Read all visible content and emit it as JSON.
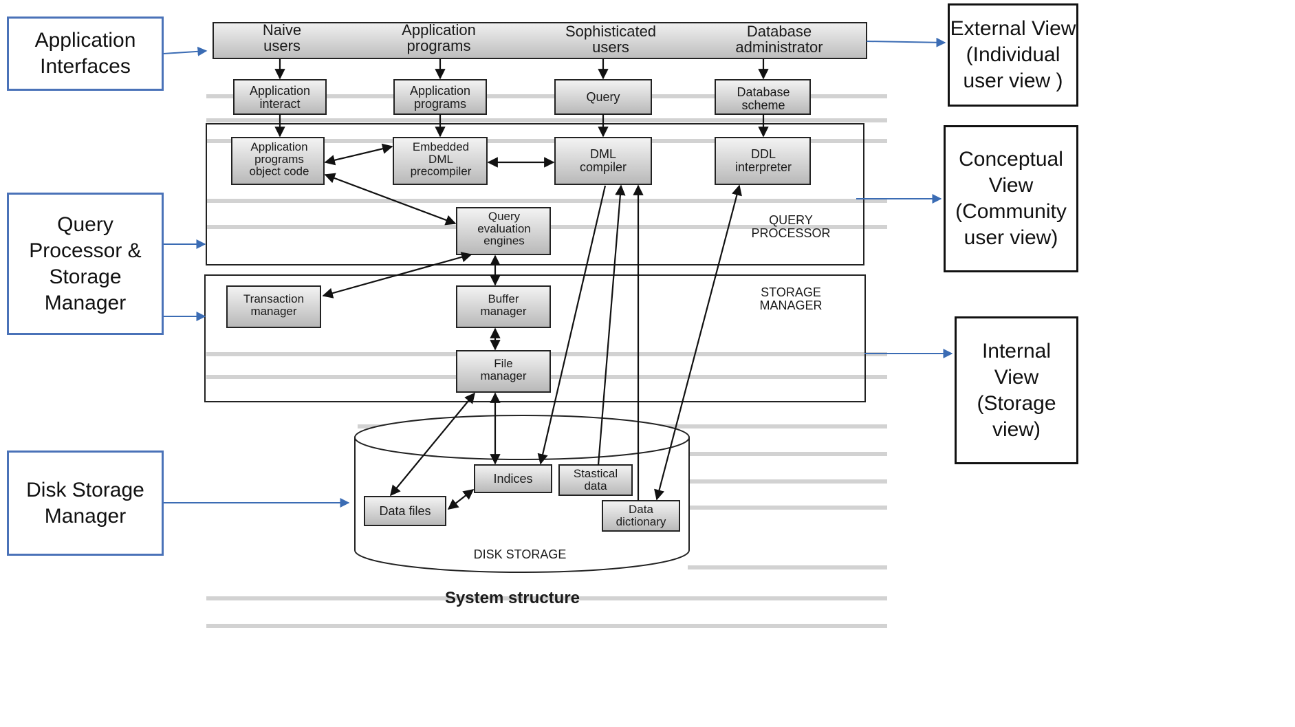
{
  "left_labels": {
    "application_interfaces": "Application\nInterfaces",
    "query_processor_storage": "Query\nProcessor &\nStorage\nManager",
    "disk_storage_manager": "Disk Storage\nManager"
  },
  "right_labels": {
    "external_view": "External View\n(Individual\nuser view )",
    "conceptual_view": "Conceptual\nView\n(Community\nuser view)",
    "internal_view": "Internal\nView\n(Storage\nview)"
  },
  "users": {
    "naive": "Naive\nusers",
    "app_programmers": "Application\nprograms",
    "sophisticated": "Sophisticated\nusers",
    "dba": "Database\nadministrator"
  },
  "interfaces": {
    "app_interact": "Application\ninteract",
    "app_programs": "Application\nprograms",
    "query": "Query",
    "db_scheme": "Database\nscheme"
  },
  "processor": {
    "object_code": "Application\nprograms\nobject code",
    "embedded_dml": "Embedded\nDML\nprecompiler",
    "dml_compiler": "DML\ncompiler",
    "ddl_interpreter": "DDL\ninterpreter",
    "query_eval": "Query\nevaluation\nengines",
    "label": "QUERY\nPROCESSOR"
  },
  "storage": {
    "transaction": "Transaction\nmanager",
    "buffer": "Buffer\nmanager",
    "file": "File\nmanager",
    "label": "STORAGE\nMANAGER"
  },
  "disk": {
    "indices": "Indices",
    "statistical": "Stastical\ndata",
    "data_files": "Data files",
    "dictionary": "Data\ndictionary",
    "label": "DISK STORAGE"
  },
  "caption": "System structure"
}
